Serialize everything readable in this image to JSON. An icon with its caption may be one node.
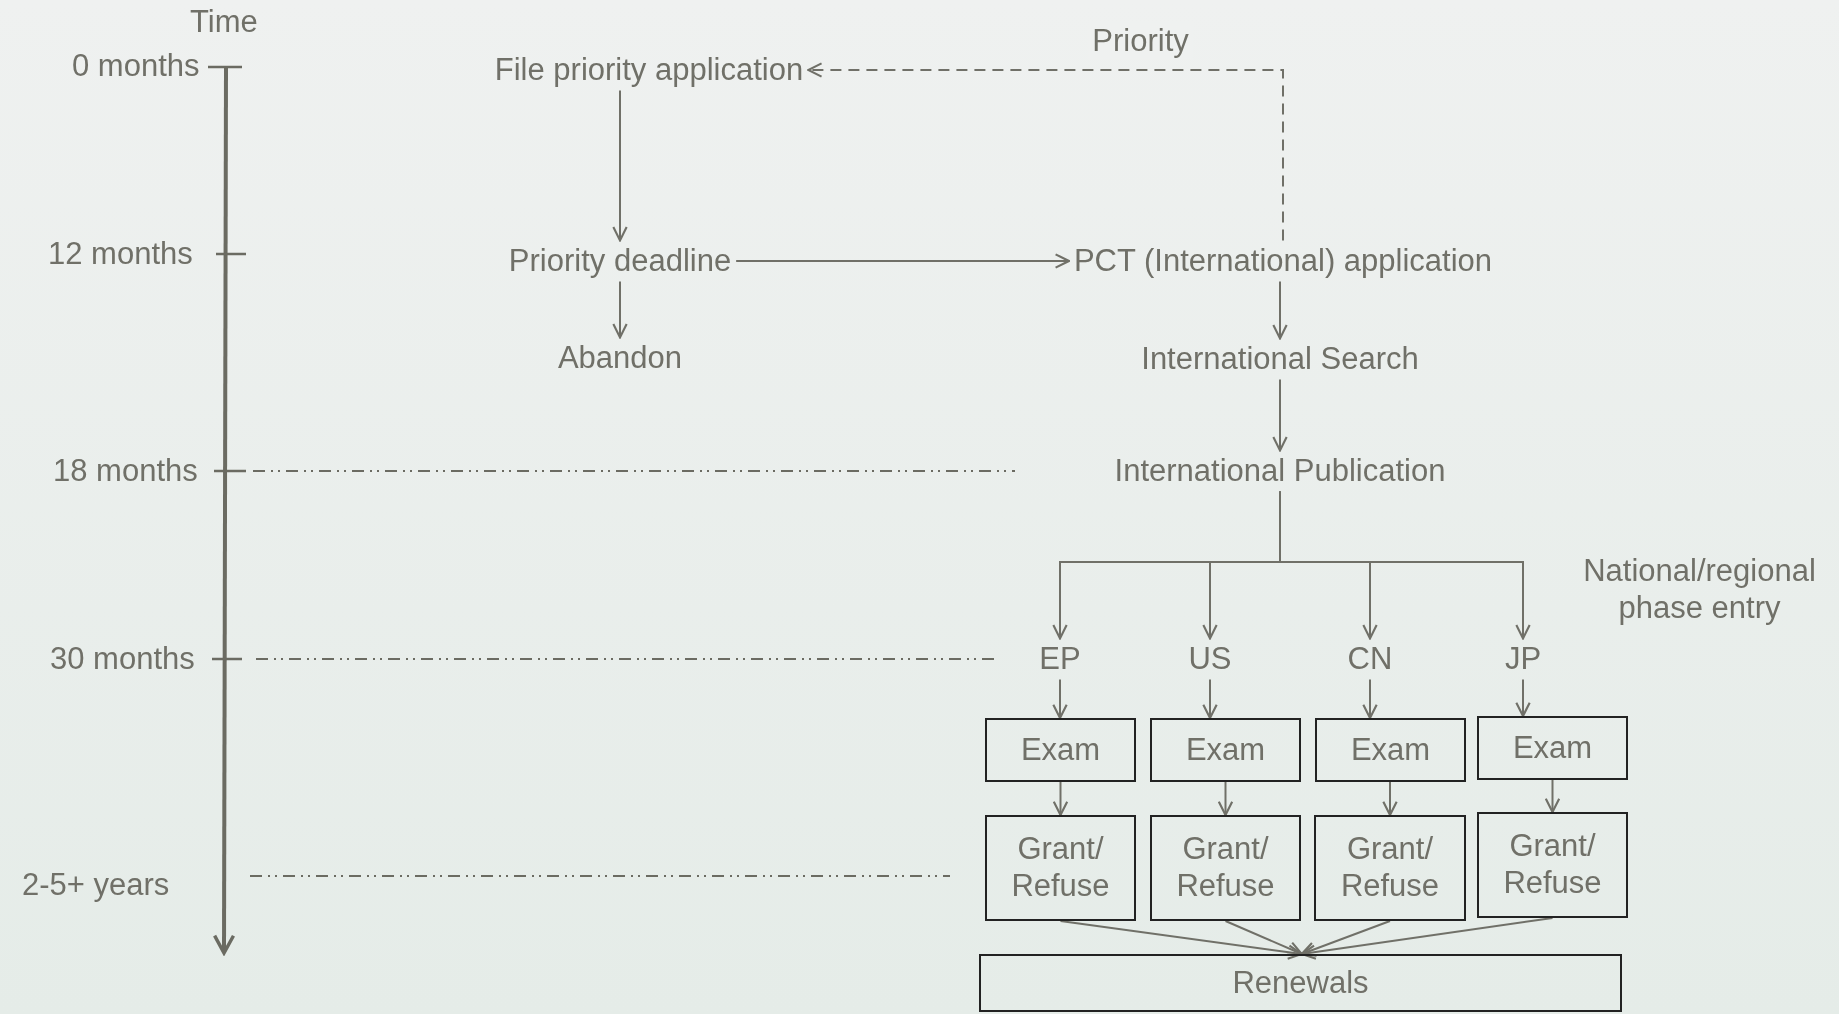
{
  "diagram": {
    "nodes": [
      {
        "text": [
          "File priority application"
        ]
      },
      {
        "text": [
          "Priority deadline"
        ]
      },
      {
        "text": [
          "Abandon"
        ]
      },
      {
        "text": [
          "PCT (International) application"
        ]
      },
      {
        "text": [
          "International Search"
        ]
      },
      {
        "text": [
          "International Publication"
        ]
      },
      {
        "text": [
          "EP"
        ]
      },
      {
        "text": [
          "US"
        ]
      },
      {
        "text": [
          "CN"
        ]
      },
      {
        "text": [
          "JP"
        ]
      },
      {
        "text": [
          "Exam"
        ]
      },
      {
        "text": [
          "Exam"
        ]
      },
      {
        "text": [
          "Exam"
        ]
      },
      {
        "text": [
          "Exam"
        ]
      },
      {
        "text": [
          "Grant/ Refuse"
        ]
      },
      {
        "text": [
          "Grant/ Refuse"
        ]
      },
      {
        "text": [
          "Grant/ Refuse"
        ]
      },
      {
        "text": [
          "Grant/ Refuse"
        ]
      },
      {
        "text": [
          "Renewals"
        ]
      }
    ],
    "edges": [
      {
        "from": 0,
        "to": 1,
        "arrow": "to"
      },
      {
        "from": 1,
        "to": 2,
        "arrow": "to"
      },
      {
        "from": 1,
        "to": 3,
        "arrow": "to"
      },
      {
        "from": 3,
        "to": 0,
        "arrow": "to",
        "style": "dashed",
        "label": "Priority"
      },
      {
        "from": 3,
        "to": 4,
        "arrow": "to"
      },
      {
        "from": 4,
        "to": 5,
        "arrow": "to"
      },
      {
        "from": 5,
        "to": 6,
        "arrow": "to"
      },
      {
        "from": 5,
        "to": 7,
        "arrow": "to"
      },
      {
        "from": 5,
        "to": 8,
        "arrow": "to"
      },
      {
        "from": 5,
        "to": 9,
        "arrow": "to"
      },
      {
        "from": 6,
        "to": 10,
        "arrow": "to"
      },
      {
        "from": 7,
        "to": 11,
        "arrow": "to"
      },
      {
        "from": 8,
        "to": 12,
        "arrow": "to"
      },
      {
        "from": 9,
        "to": 13,
        "arrow": "to"
      },
      {
        "from": 10,
        "to": 14,
        "arrow": "to"
      },
      {
        "from": 11,
        "to": 15,
        "arrow": "to"
      },
      {
        "from": 12,
        "to": 16,
        "arrow": "to"
      },
      {
        "from": 13,
        "to": 17,
        "arrow": "to"
      },
      {
        "from": 14,
        "to": 18,
        "arrow": "to"
      },
      {
        "from": 15,
        "to": 18,
        "arrow": "to"
      },
      {
        "from": 16,
        "to": 18,
        "arrow": "to"
      },
      {
        "from": 17,
        "to": 18,
        "arrow": "to"
      }
    ],
    "labels": [
      "Time",
      "0 months",
      "12 months",
      "18 months",
      "National/regional phase entry",
      "30 months",
      "2-5+ years"
    ]
  }
}
